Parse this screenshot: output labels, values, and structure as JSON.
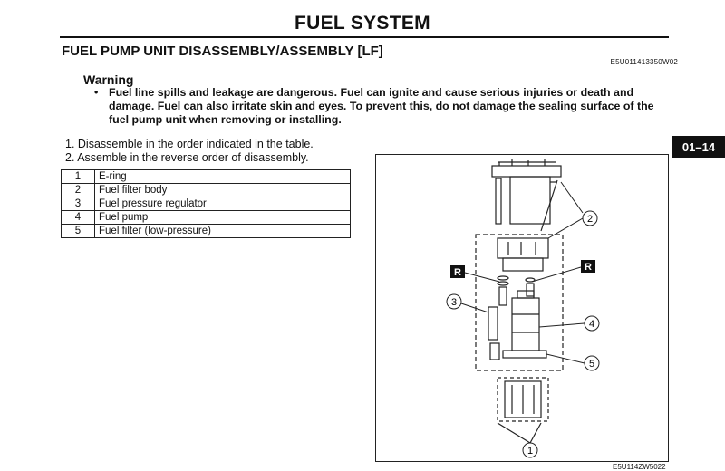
{
  "header": {
    "title": "FUEL SYSTEM",
    "section": "FUEL PUMP UNIT DISASSEMBLY/ASSEMBLY [LF]",
    "doc_code": "E5U011413350W02"
  },
  "side_tab": "01–14",
  "warning": {
    "heading": "Warning",
    "text": "Fuel line spills and leakage are dangerous. Fuel can ignite and cause serious injuries or death and damage. Fuel can also irritate skin and eyes. To prevent this, do not damage the sealing surface of the fuel pump unit when removing or installing."
  },
  "steps": [
    "1. Disassemble in the order indicated in the table.",
    "2. Assemble in the reverse order of disassembly."
  ],
  "parts_table": [
    {
      "num": "1",
      "name": "E-ring"
    },
    {
      "num": "2",
      "name": "Fuel filter body"
    },
    {
      "num": "3",
      "name": "Fuel pressure regulator"
    },
    {
      "num": "4",
      "name": "Fuel pump"
    },
    {
      "num": "5",
      "name": "Fuel filter (low-pressure)"
    }
  ],
  "figure": {
    "callouts": [
      "1",
      "2",
      "3",
      "4",
      "5"
    ],
    "replace_marker": "R",
    "code": "E5U114ZW5022"
  }
}
